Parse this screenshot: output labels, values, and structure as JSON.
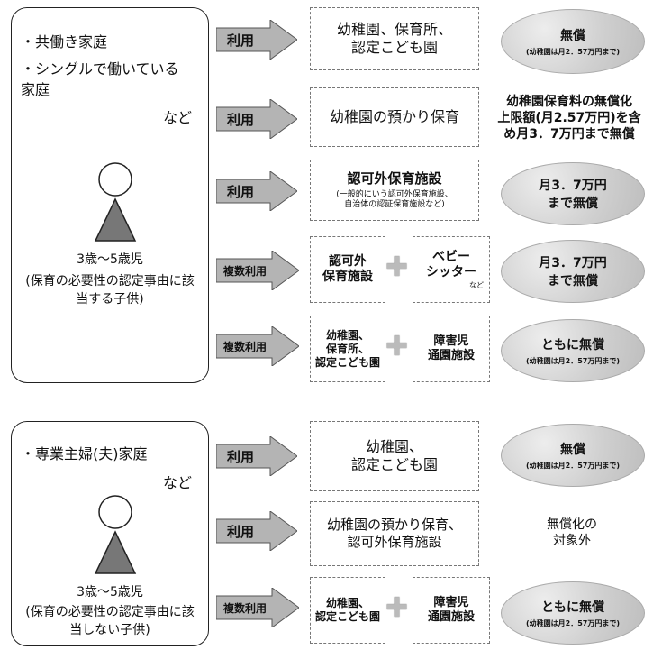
{
  "top": {
    "households": [
      "・共働き家庭",
      "・シングルで働いている家庭"
    ],
    "etc": "など",
    "child_age": "3歳～5歳児",
    "child_note": "(保育の必要性の認定事由に該当する子供)",
    "rows": [
      {
        "arrow": "利用",
        "service": [
          "幼稚園、保育所、",
          "認定こども園"
        ],
        "result": "無償",
        "result_note": "(幼稚園は月2．57万円まで)"
      },
      {
        "arrow": "利用",
        "service": [
          "幼稚園の預かり保育"
        ],
        "result_text": [
          "幼稚園保育料の無償化",
          "上限額(月2.57万円)を含",
          "め月3．7万円まで無償"
        ]
      },
      {
        "arrow": "利用",
        "service": [
          "認可外保育施設"
        ],
        "service_note": [
          "(一般的にいう認可外保育施設、",
          "自治体の認証保育施設など)"
        ],
        "result": [
          "月3．7万円",
          "まで無償"
        ]
      },
      {
        "arrow": "複数利用",
        "service_a": [
          "認可外",
          "保育施設"
        ],
        "service_b": [
          "ベビー",
          "シッター"
        ],
        "service_b_note": "など",
        "result": [
          "月3．7万円",
          "まで無償"
        ]
      },
      {
        "arrow": "複数利用",
        "service_a": [
          "幼稚園、",
          "保育所、",
          "認定こども園"
        ],
        "service_b": [
          "障害児",
          "通園施設"
        ],
        "result": "ともに無償",
        "result_note": "(幼稚園は月2．57万円まで)"
      }
    ]
  },
  "bottom": {
    "households": [
      "・専業主婦(夫)家庭"
    ],
    "etc": "など",
    "child_age": "3歳～5歳児",
    "child_note": "(保育の必要性の認定事由に該当しない子供)",
    "rows": [
      {
        "arrow": "利用",
        "service": [
          "幼稚園、",
          "認定こども園"
        ],
        "result": "無償",
        "result_note": "(幼稚園は月2．57万円まで)"
      },
      {
        "arrow": "利用",
        "service": [
          "幼稚園の預かり保育、",
          "認可外保育施設"
        ],
        "result_text": [
          "無償化の",
          "対象外"
        ]
      },
      {
        "arrow": "複数利用",
        "service_a": [
          "幼稚園、",
          "認定こども園"
        ],
        "service_b": [
          "障害児",
          "通園施設"
        ],
        "result": "ともに無償",
        "result_note": "(幼稚園は月2．57万円まで)"
      }
    ]
  }
}
